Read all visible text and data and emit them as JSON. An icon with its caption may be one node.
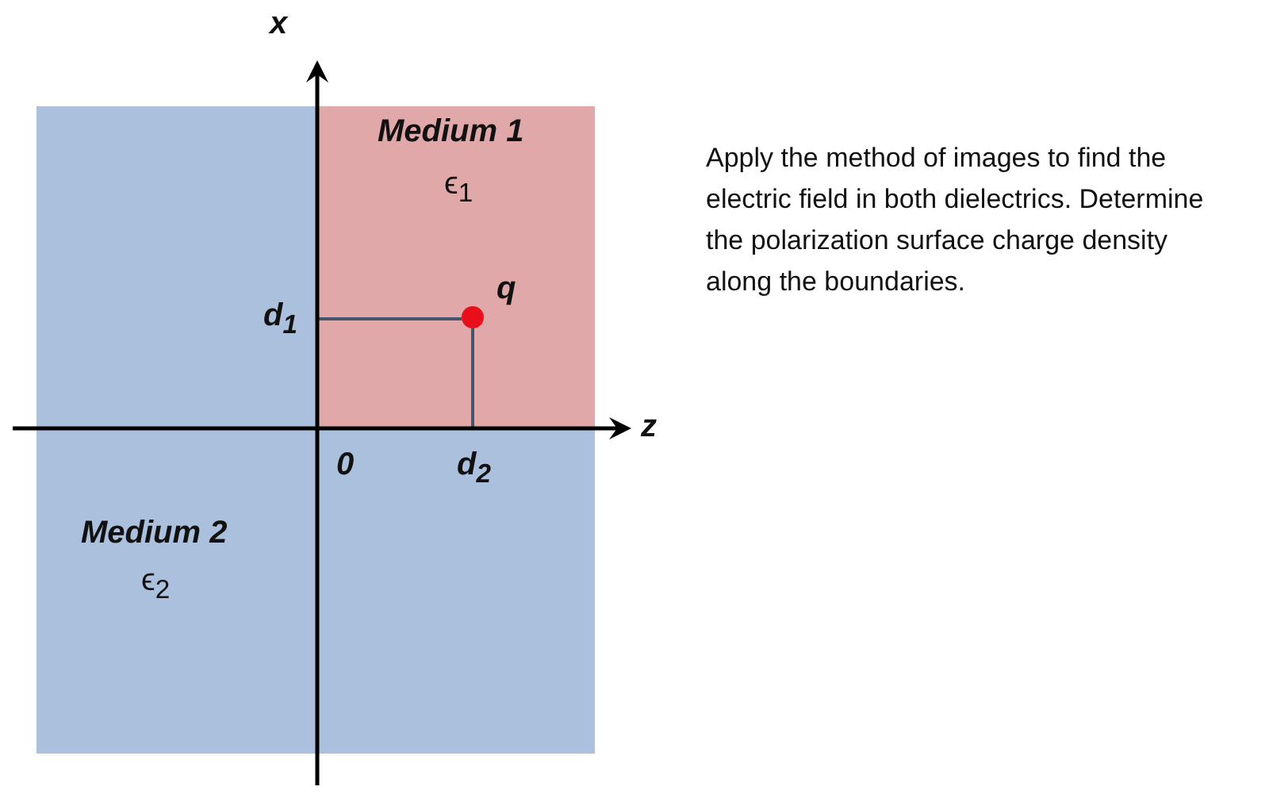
{
  "diagram": {
    "nodes": [
      {
        "text": [
          "Medium 1",
          "ϵ$_{1}$"
        ]
      },
      {
        "text": [
          "Medium 2",
          "ϵ$_{2}$"
        ]
      },
      {
        "text": [],
        "shape": "circle",
        "beside": [
          "q"
        ],
        "in": 0
      }
    ],
    "labels": [
      "x",
      "d$_{1}$",
      "z",
      "0",
      "d$_{2}$",
      "Apply the method of images to find the electric field in both dielectrics. Determine the polarization surface charge density along the boundaries."
    ]
  }
}
